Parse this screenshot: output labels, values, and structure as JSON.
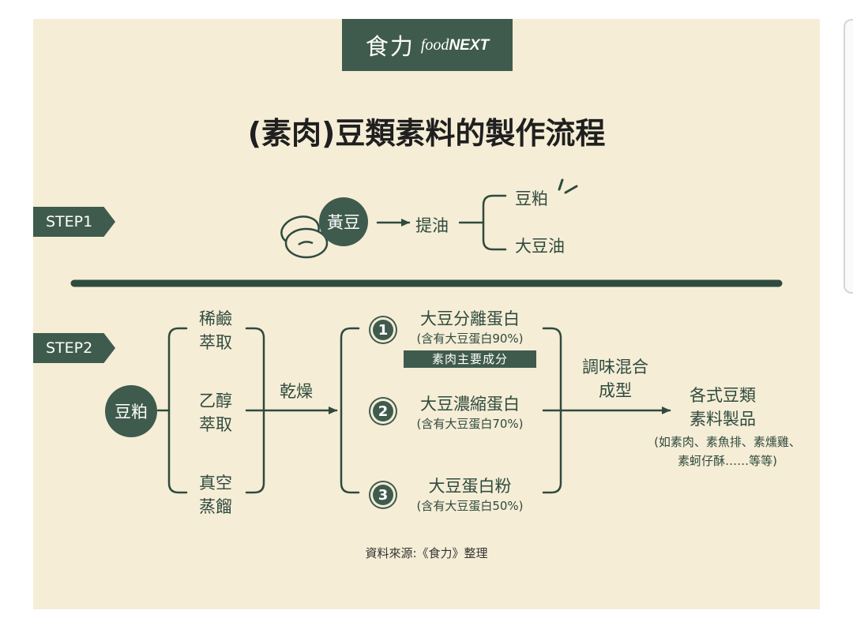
{
  "logo": {
    "zh": "食力",
    "en_prefix": "food",
    "en_suffix": "NEXT"
  },
  "title": "(素肉)豆類素料的製作流程",
  "step1": {
    "tag": "STEP1",
    "source": "黃豆",
    "process": "提油",
    "outputs": [
      "豆粕",
      "大豆油"
    ]
  },
  "step2": {
    "tag": "STEP2",
    "input": "豆粕",
    "extractions": [
      {
        "line1": "稀鹼",
        "line2": "萃取"
      },
      {
        "line1": "乙醇",
        "line2": "萃取"
      },
      {
        "line1": "真空",
        "line2": "蒸餾"
      }
    ],
    "drying": "乾燥",
    "products": [
      {
        "num": "1",
        "name": "大豆分離蛋白",
        "note": "(含有大豆蛋白90%)",
        "badge": "素肉主要成分"
      },
      {
        "num": "2",
        "name": "大豆濃縮蛋白",
        "note": "(含有大豆蛋白70%)"
      },
      {
        "num": "3",
        "name": "大豆蛋白粉",
        "note": "(含有大豆蛋白50%)"
      }
    ],
    "mixing": {
      "line1": "調味混合",
      "line2": "成型"
    },
    "final": {
      "line1": "各式豆類",
      "line2": "素料製品",
      "note1": "(如素肉、素魚排、素燻雞、",
      "note2": "素蚵仔酥……等等)"
    }
  },
  "source_note": "資料來源:《食力》整理"
}
